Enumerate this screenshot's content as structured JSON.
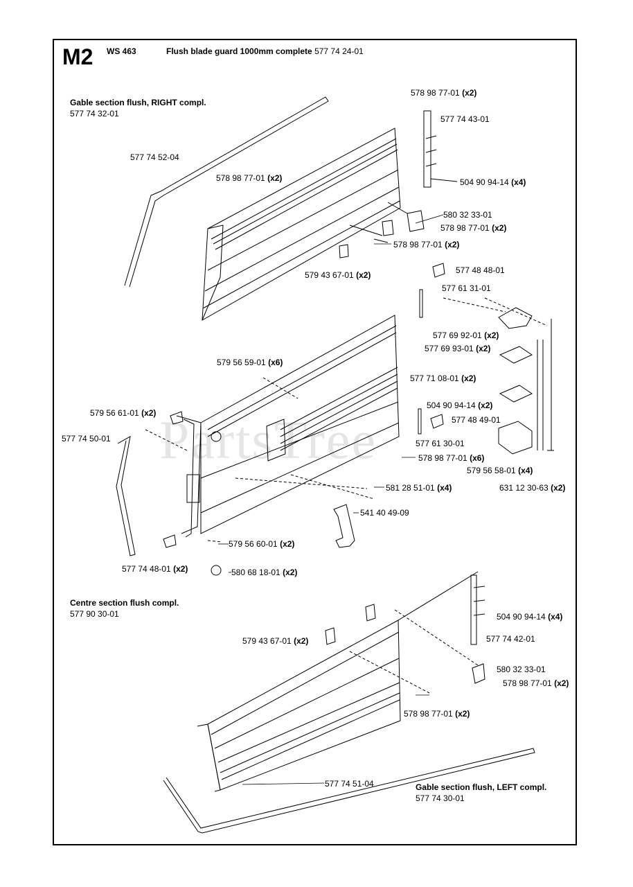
{
  "header": {
    "code": "M2",
    "model": "WS 463",
    "title": "Flush blade guard 1000mm complete",
    "part_no": "577 74 24-01"
  },
  "sections": {
    "right": {
      "title": "Gable section flush, RIGHT compl.",
      "part_no": "577 74 32-01"
    },
    "centre": {
      "title": "Centre section flush compl.",
      "part_no": "577 90 30-01"
    },
    "left": {
      "title": "Gable section flush, LEFT compl.",
      "part_no": "577 74 30-01"
    }
  },
  "watermark": "PartsTree",
  "labels": [
    {
      "pn": "578 98 77-01",
      "qty": "(x2)"
    },
    {
      "pn": "577 74 43-01",
      "qty": ""
    },
    {
      "pn": "577 74 52-04",
      "qty": ""
    },
    {
      "pn": "578 98 77-01",
      "qty": "(x2)"
    },
    {
      "pn": "504 90 94-14",
      "qty": "(x4)"
    },
    {
      "pn": "580 32 33-01",
      "qty": ""
    },
    {
      "pn": "578 98 77-01",
      "qty": "(x2)"
    },
    {
      "pn": "578 98 77-01",
      "qty": "(x2)"
    },
    {
      "pn": "579 43 67-01",
      "qty": "(x2)"
    },
    {
      "pn": "577 48 48-01",
      "qty": ""
    },
    {
      "pn": "577 61 31-01",
      "qty": ""
    },
    {
      "pn": "577 69 92-01",
      "qty": "(x2)"
    },
    {
      "pn": "577 69 93-01",
      "qty": "(x2)"
    },
    {
      "pn": "579 56 59-01",
      "qty": "(x6)"
    },
    {
      "pn": "577 71 08-01",
      "qty": "(x2)"
    },
    {
      "pn": "504 90 94-14",
      "qty": "(x2)"
    },
    {
      "pn": "579 56 61-01",
      "qty": "(x2)"
    },
    {
      "pn": "577 48 49-01",
      "qty": ""
    },
    {
      "pn": "577 74 50-01",
      "qty": ""
    },
    {
      "pn": "577 61 30-01",
      "qty": ""
    },
    {
      "pn": "578 98 77-01",
      "qty": "(x6)"
    },
    {
      "pn": "579 56 58-01",
      "qty": "(x4)"
    },
    {
      "pn": "631 12 30-63",
      "qty": "(x2)"
    },
    {
      "pn": "581 28 51-01",
      "qty": "(x4)"
    },
    {
      "pn": "541 40 49-09",
      "qty": ""
    },
    {
      "pn": "579 56 60-01",
      "qty": "(x2)"
    },
    {
      "pn": "577 74 48-01",
      "qty": "(x2)"
    },
    {
      "pn": "580 68 18-01",
      "qty": "(x2)"
    },
    {
      "pn": "504 90 94-14",
      "qty": "(x4)"
    },
    {
      "pn": "579 43 67-01",
      "qty": "(x2)"
    },
    {
      "pn": "577 74 42-01",
      "qty": ""
    },
    {
      "pn": "580 32 33-01",
      "qty": ""
    },
    {
      "pn": "578 98 77-01",
      "qty": "(x2)"
    },
    {
      "pn": "578 98 77-01",
      "qty": "(x2)"
    },
    {
      "pn": "577 74 51-04",
      "qty": ""
    }
  ]
}
